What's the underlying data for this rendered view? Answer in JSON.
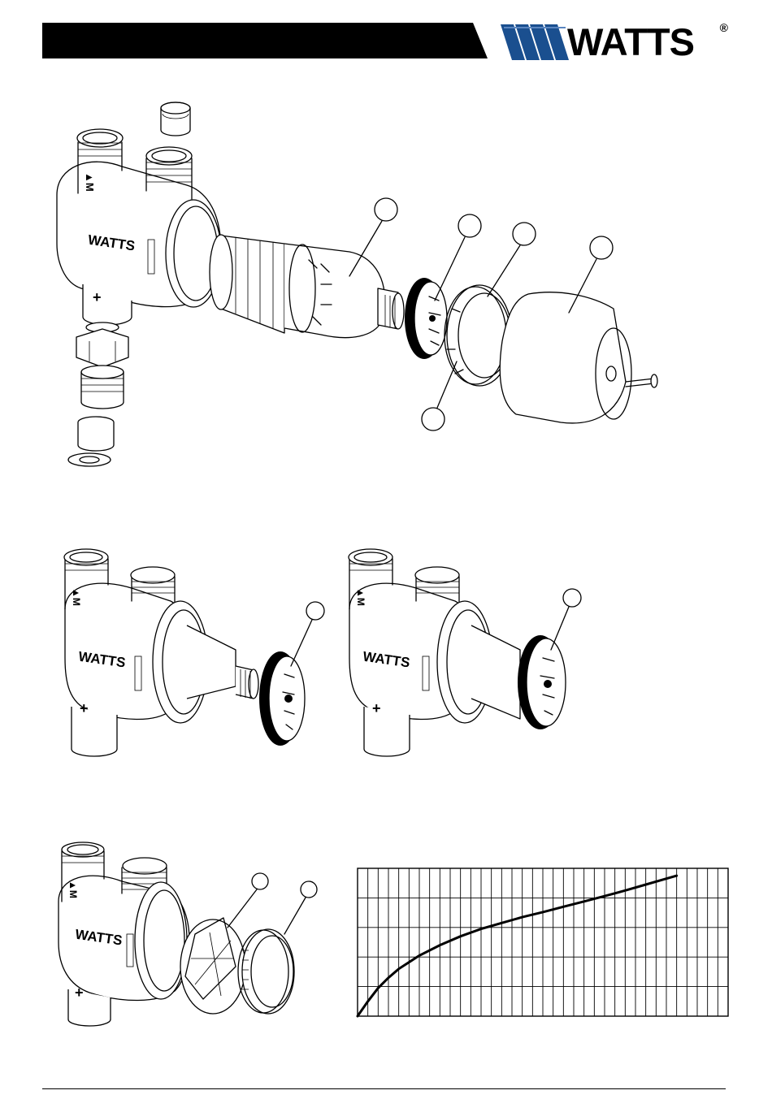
{
  "header": {
    "brand_name": "WATTS",
    "registered_mark": "®"
  },
  "valve_body": {
    "brand_mark": "WATTS"
  },
  "colors": {
    "header_bar": "#000000",
    "logo_blue": "#1a4f8f",
    "line": "#000000",
    "paper": "#ffffff"
  },
  "icons": {
    "logo_emblem": "watts-w-emblem",
    "plus": "plus-symbol",
    "arrow": "triangle-arrow"
  },
  "chart_data": {
    "type": "line",
    "title": "",
    "xlabel": "",
    "ylabel": "",
    "grid": true,
    "x_divisions": 36,
    "y_divisions": 5,
    "xlim": [
      0,
      36
    ],
    "ylim": [
      0,
      5
    ],
    "series": [
      {
        "x": [
          0,
          1,
          2,
          3,
          4,
          6,
          8,
          10,
          12,
          14,
          16,
          18,
          20,
          22,
          24,
          26,
          28,
          30,
          31
        ],
        "values": [
          0,
          0.5,
          0.95,
          1.3,
          1.6,
          2.05,
          2.4,
          2.7,
          2.95,
          3.15,
          3.35,
          3.52,
          3.7,
          3.88,
          4.06,
          4.25,
          4.45,
          4.65,
          4.75
        ]
      }
    ]
  }
}
